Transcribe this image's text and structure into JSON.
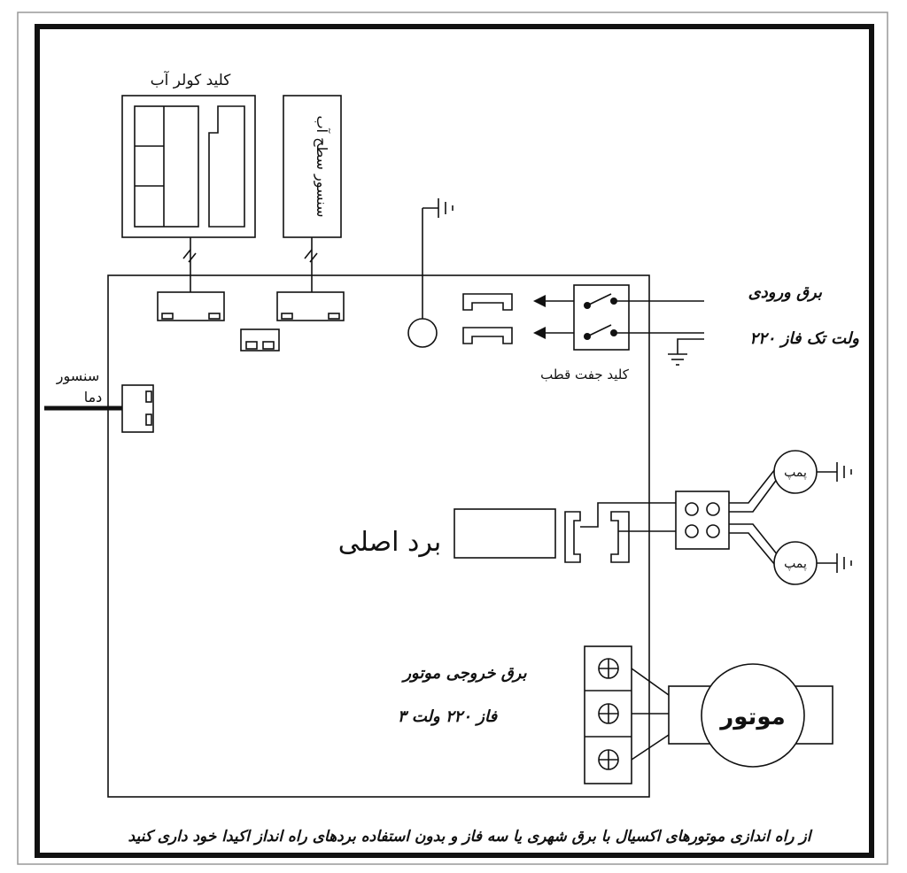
{
  "labels": {
    "cooler_switch": "کلید کولر آب",
    "water_level_sensor": "سنسور سطح آب",
    "input_power_line1": "برق ورودی",
    "input_power_line2": "۲۲۰ ولت تک فاز",
    "double_pole_switch": "کلید جفت قطب",
    "temp_sensor_line1": "سنسور",
    "temp_sensor_line2": "دما",
    "pump_1": "پمپ",
    "pump_2": "پمپ",
    "main_board": "برد اصلی",
    "motor_output_line1": "برق خروجی موتور",
    "motor_output_line2": "۳ فاز ۲۲۰ ولت",
    "motor": "موتور",
    "warning": "از راه اندازی موتورهای اکسیال با برق شهری یا سه فاز و بدون استفاده بردهای راه انداز اکیدا خود داری کنید"
  }
}
